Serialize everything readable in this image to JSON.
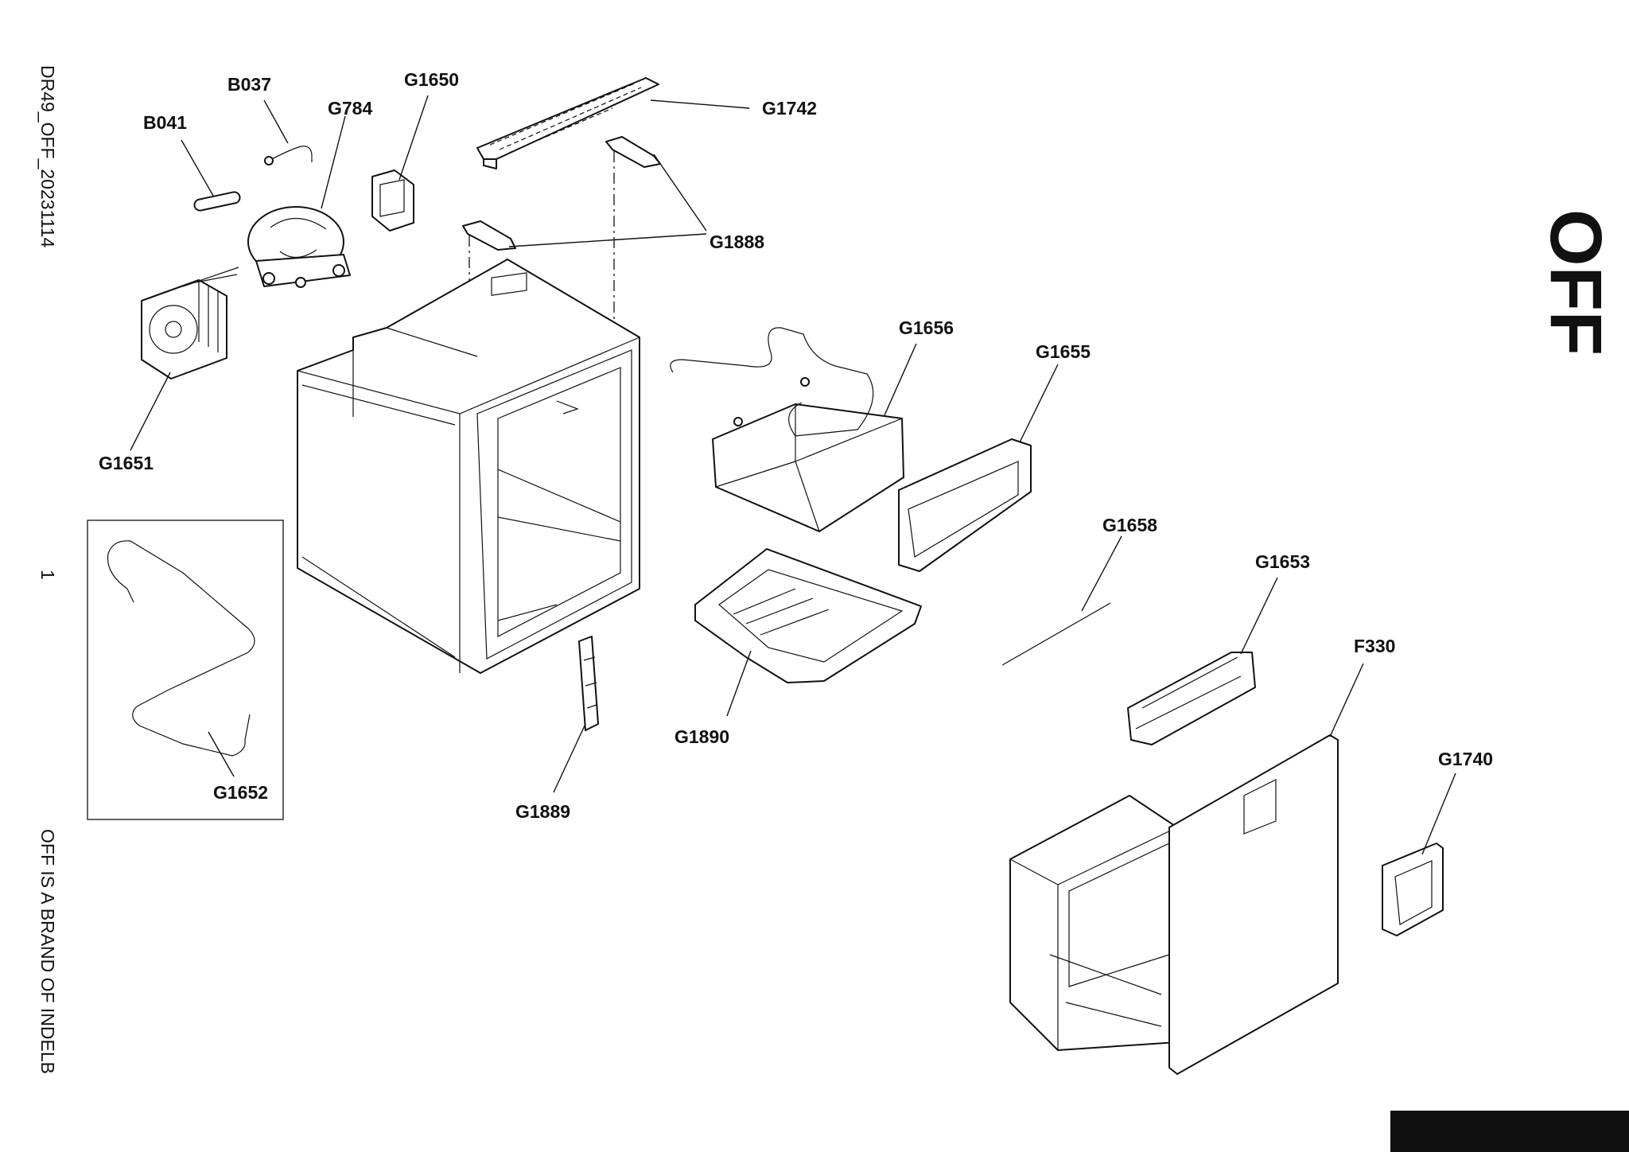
{
  "sheet": {
    "drawing_code": "DR49_OFF_20231114",
    "page_number": "1",
    "brand_note": "OFF IS A BRAND OF INDELB"
  },
  "parts": {
    "b037": "B037",
    "b041": "B041",
    "g784": "G784",
    "g1650": "G1650",
    "g1742": "G1742",
    "g1888": "G1888",
    "g1651": "G1651",
    "g1652": "G1652",
    "g1656": "G1656",
    "g1655": "G1655",
    "g1658": "G1658",
    "g1653": "G1653",
    "f330": "F330",
    "g1740": "G1740",
    "g1890": "G1890",
    "g1889": "G1889"
  },
  "logo": {
    "text": "OFF"
  }
}
